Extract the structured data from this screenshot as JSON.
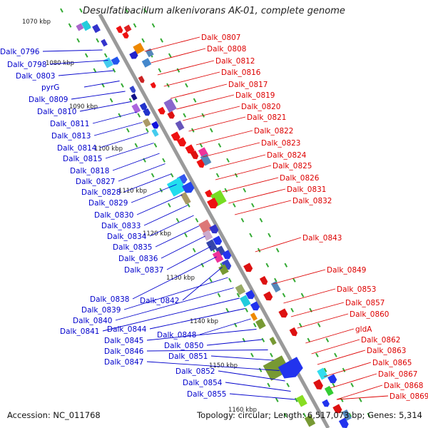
{
  "title": "Desulfatibacillum alkenivorans AK-01, complete genome",
  "footer": {
    "accession": "Accession: NC_011768",
    "summary": "Topology: circular; Length: 6,517,073 bp; Genes: 5,314"
  },
  "colors": {
    "backbone": "#999999",
    "forward_label": "#0000cc",
    "reverse_label": "#dd0000",
    "ticks": "#228822"
  },
  "kbp_ticks": [
    "1070 kbp",
    "1080 kbp",
    "1090 kbp",
    "1100 kbp",
    "1110 kbp",
    "1120 kbp",
    "1130 kbp",
    "1140 kbp",
    "1150 kbp",
    "1160 kbp"
  ],
  "left_labels": [
    "Dalk_0796",
    "Dalk_0798",
    "Dalk_0803",
    "pyrG",
    "Dalk_0809",
    "Dalk_0810",
    "Dalk_0811",
    "Dalk_0813",
    "Dalk_0814",
    "Dalk_0815",
    "Dalk_0818",
    "Dalk_0827",
    "Dalk_0828",
    "Dalk_0829",
    "Dalk_0830",
    "Dalk_0833",
    "Dalk_0834",
    "Dalk_0835",
    "Dalk_0836",
    "Dalk_0837",
    "Dalk_0838",
    "Dalk_0842",
    "Dalk_0839",
    "Dalk_0840",
    "Dalk_0841",
    "Dalk_0844",
    "Dalk_0848",
    "Dalk_0845",
    "Dalk_0850",
    "Dalk_0846",
    "Dalk_0851",
    "Dalk_0847",
    "Dalk_0852",
    "Dalk_0854",
    "Dalk_0855"
  ],
  "right_labels": [
    "Dalk_0807",
    "Dalk_0808",
    "Dalk_0812",
    "Dalk_0816",
    "Dalk_0817",
    "Dalk_0819",
    "Dalk_0820",
    "Dalk_0821",
    "Dalk_0822",
    "Dalk_0823",
    "Dalk_0824",
    "Dalk_0825",
    "Dalk_0826",
    "Dalk_0831",
    "Dalk_0832",
    "Dalk_0843",
    "Dalk_0849",
    "Dalk_0853",
    "Dalk_0857",
    "Dalk_0860",
    "gldA",
    "Dalk_0862",
    "Dalk_0863",
    "Dalk_0865",
    "Dalk_0867",
    "Dalk_0868",
    "Dalk_0869"
  ]
}
